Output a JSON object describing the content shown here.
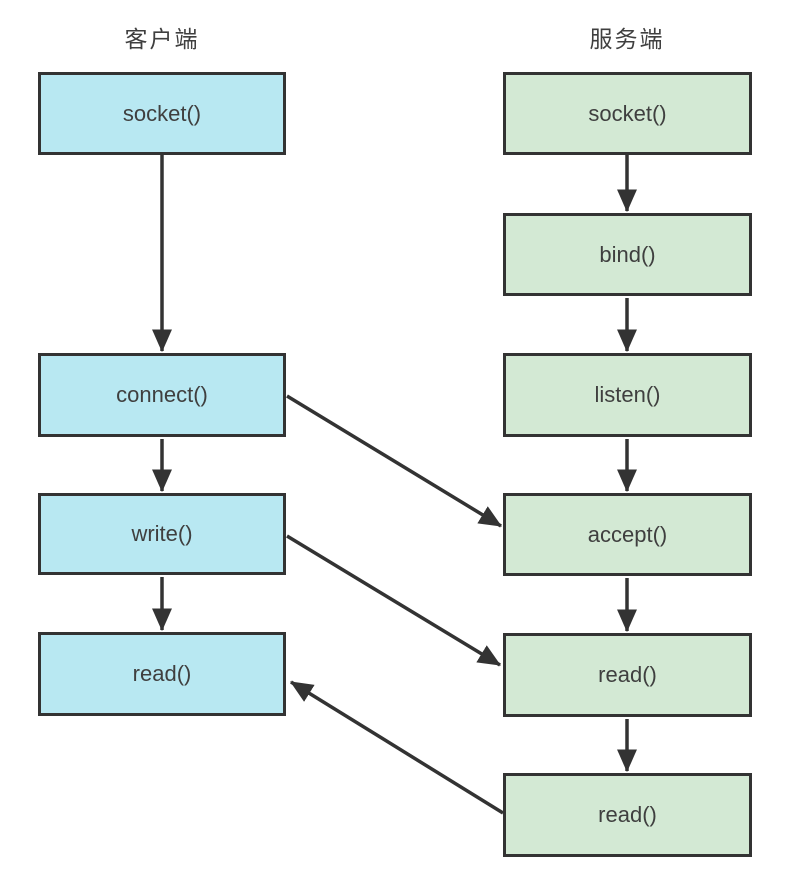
{
  "diagram": {
    "type": "flowchart",
    "client": {
      "title": "客户端",
      "boxes": [
        "socket()",
        "connect()",
        "write()",
        "read()"
      ]
    },
    "server": {
      "title": "服务端",
      "boxes": [
        "socket()",
        "bind()",
        "listen()",
        "accept()",
        "read()",
        "read()"
      ]
    },
    "connections": [
      {
        "from": "client socket()",
        "to": "client connect()"
      },
      {
        "from": "client connect()",
        "to": "client write()"
      },
      {
        "from": "client write()",
        "to": "client read()"
      },
      {
        "from": "server socket()",
        "to": "server bind()"
      },
      {
        "from": "server bind()",
        "to": "server listen()"
      },
      {
        "from": "server listen()",
        "to": "server accept()"
      },
      {
        "from": "server accept()",
        "to": "server read() [1]"
      },
      {
        "from": "server read() [1]",
        "to": "server read() [2]"
      },
      {
        "from": "client connect()",
        "to": "server accept()"
      },
      {
        "from": "client write()",
        "to": "server read() [1]"
      },
      {
        "from": "server read() [2]",
        "to": "client read()"
      }
    ],
    "colors": {
      "client_fill": "#b8e8f2",
      "server_fill": "#d3e9d4",
      "border": "#333333",
      "arrow": "#333333",
      "text": "#3f3f3f",
      "background": "#ffffff"
    }
  }
}
